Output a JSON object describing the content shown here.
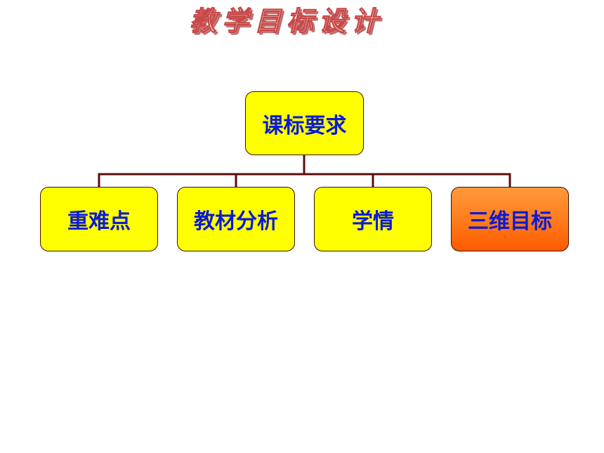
{
  "title": "教学目标设计",
  "diagram": {
    "root": {
      "label": "课标要求",
      "color": "#ffff00"
    },
    "children": [
      {
        "label": "重难点",
        "color": "#ffff00"
      },
      {
        "label": "教材分析",
        "color": "#ffff00"
      },
      {
        "label": "学情",
        "color": "#ffff00"
      },
      {
        "label": "三维目标",
        "color": "#ff7a1a"
      }
    ],
    "connector_color": "#5a0e0e",
    "text_color": "#0a1ad8"
  }
}
